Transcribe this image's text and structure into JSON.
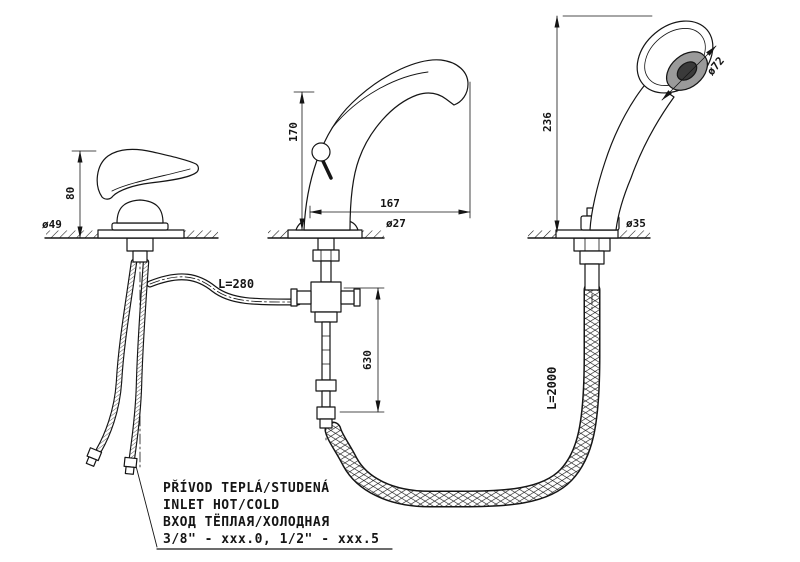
{
  "drawing": {
    "background": "#ffffff",
    "ink": "#151515",
    "labels": {
      "handle_height": "80",
      "handle_dia": "ø49",
      "spout_height": "170",
      "spout_reach": "167",
      "spout_dia": "ø27",
      "connect_pipe": "L=280",
      "riser_height": "630",
      "shower_height": "236",
      "head_dia": "ø72",
      "base_dia": "ø35",
      "hose_length": "L=2000"
    },
    "notes": {
      "czech": "PŘÍVOD TEPLÁ/STUDENÁ",
      "english": "INLET HOT/COLD",
      "russian": "ВХОД ТЁПЛАЯ/ХОЛОДНАЯ",
      "sizes": "3/8\" - xxx.0,  1/2\" - xxx.5"
    }
  }
}
